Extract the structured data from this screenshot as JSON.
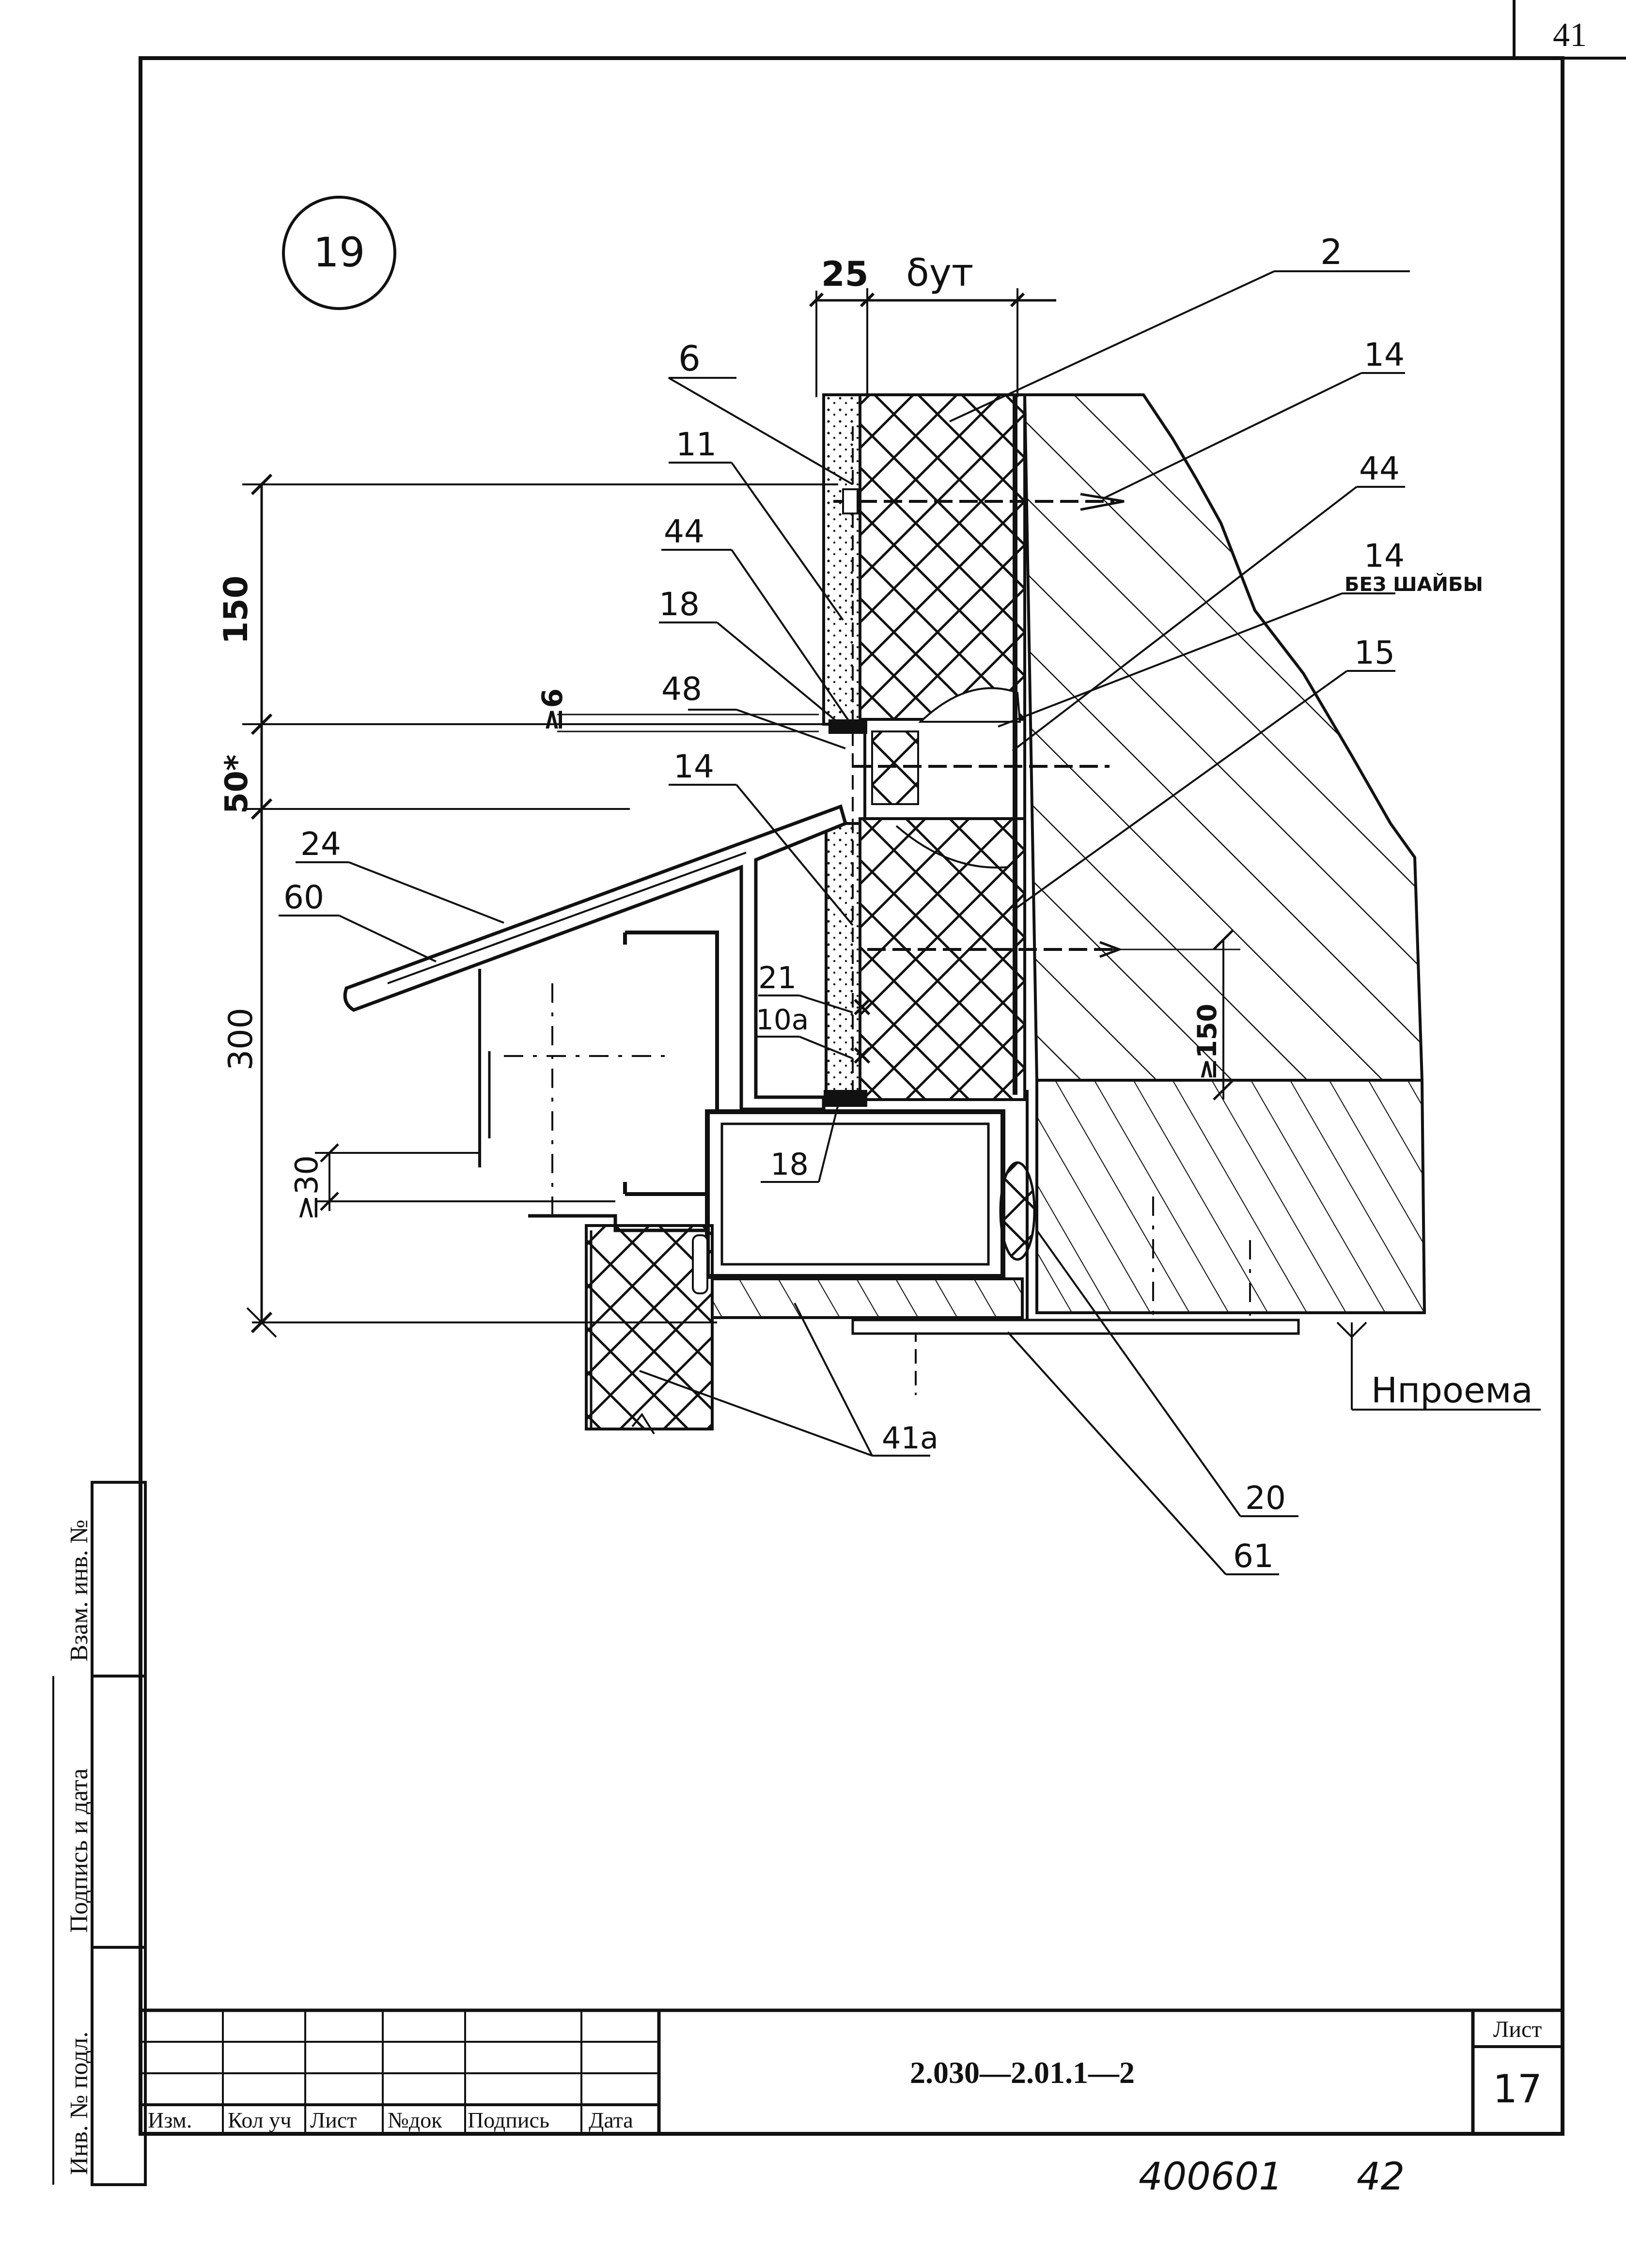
{
  "sheet": {
    "page_number": "41",
    "detail_number": "19",
    "document_code": "2.030—2.01.1—2",
    "list_label": "Лист",
    "list_number": "17",
    "archive_number": "400601",
    "archive_suffix": "42"
  },
  "side_stamp": {
    "inv_no_podl": "Инв. № подл.",
    "podpis_i_data": "Подпись и дата",
    "vzam_inv_no": "Взам. инв. №"
  },
  "title_block": {
    "izm": "Изм.",
    "kol_uch": "Кол уч",
    "list": "Лист",
    "no_dok": "№док",
    "podpis": "Подпись",
    "data": "Дата"
  },
  "dimensions": {
    "d25": "25",
    "d_ut": "δут",
    "d150": "150",
    "d50": "50*",
    "d6": "≥6",
    "d300": "300",
    "d30": "≥30",
    "d150_right": "≥150"
  },
  "callouts": {
    "c2": "2",
    "c6": "6",
    "c11": "11",
    "c14_top": "14",
    "c44_left": "44",
    "c44_right": "44",
    "c18_top": "18",
    "c48": "48",
    "c14_bez": "14",
    "bez_shaiby": "БЕЗ ШАЙБЫ",
    "c15": "15",
    "c14_mid": "14",
    "c24": "24",
    "c60": "60",
    "c21": "21",
    "c10a": "10а",
    "c18_bottom": "18",
    "c41a": "41а",
    "c20": "20",
    "c61": "61",
    "h_proema": "Hпроема"
  }
}
